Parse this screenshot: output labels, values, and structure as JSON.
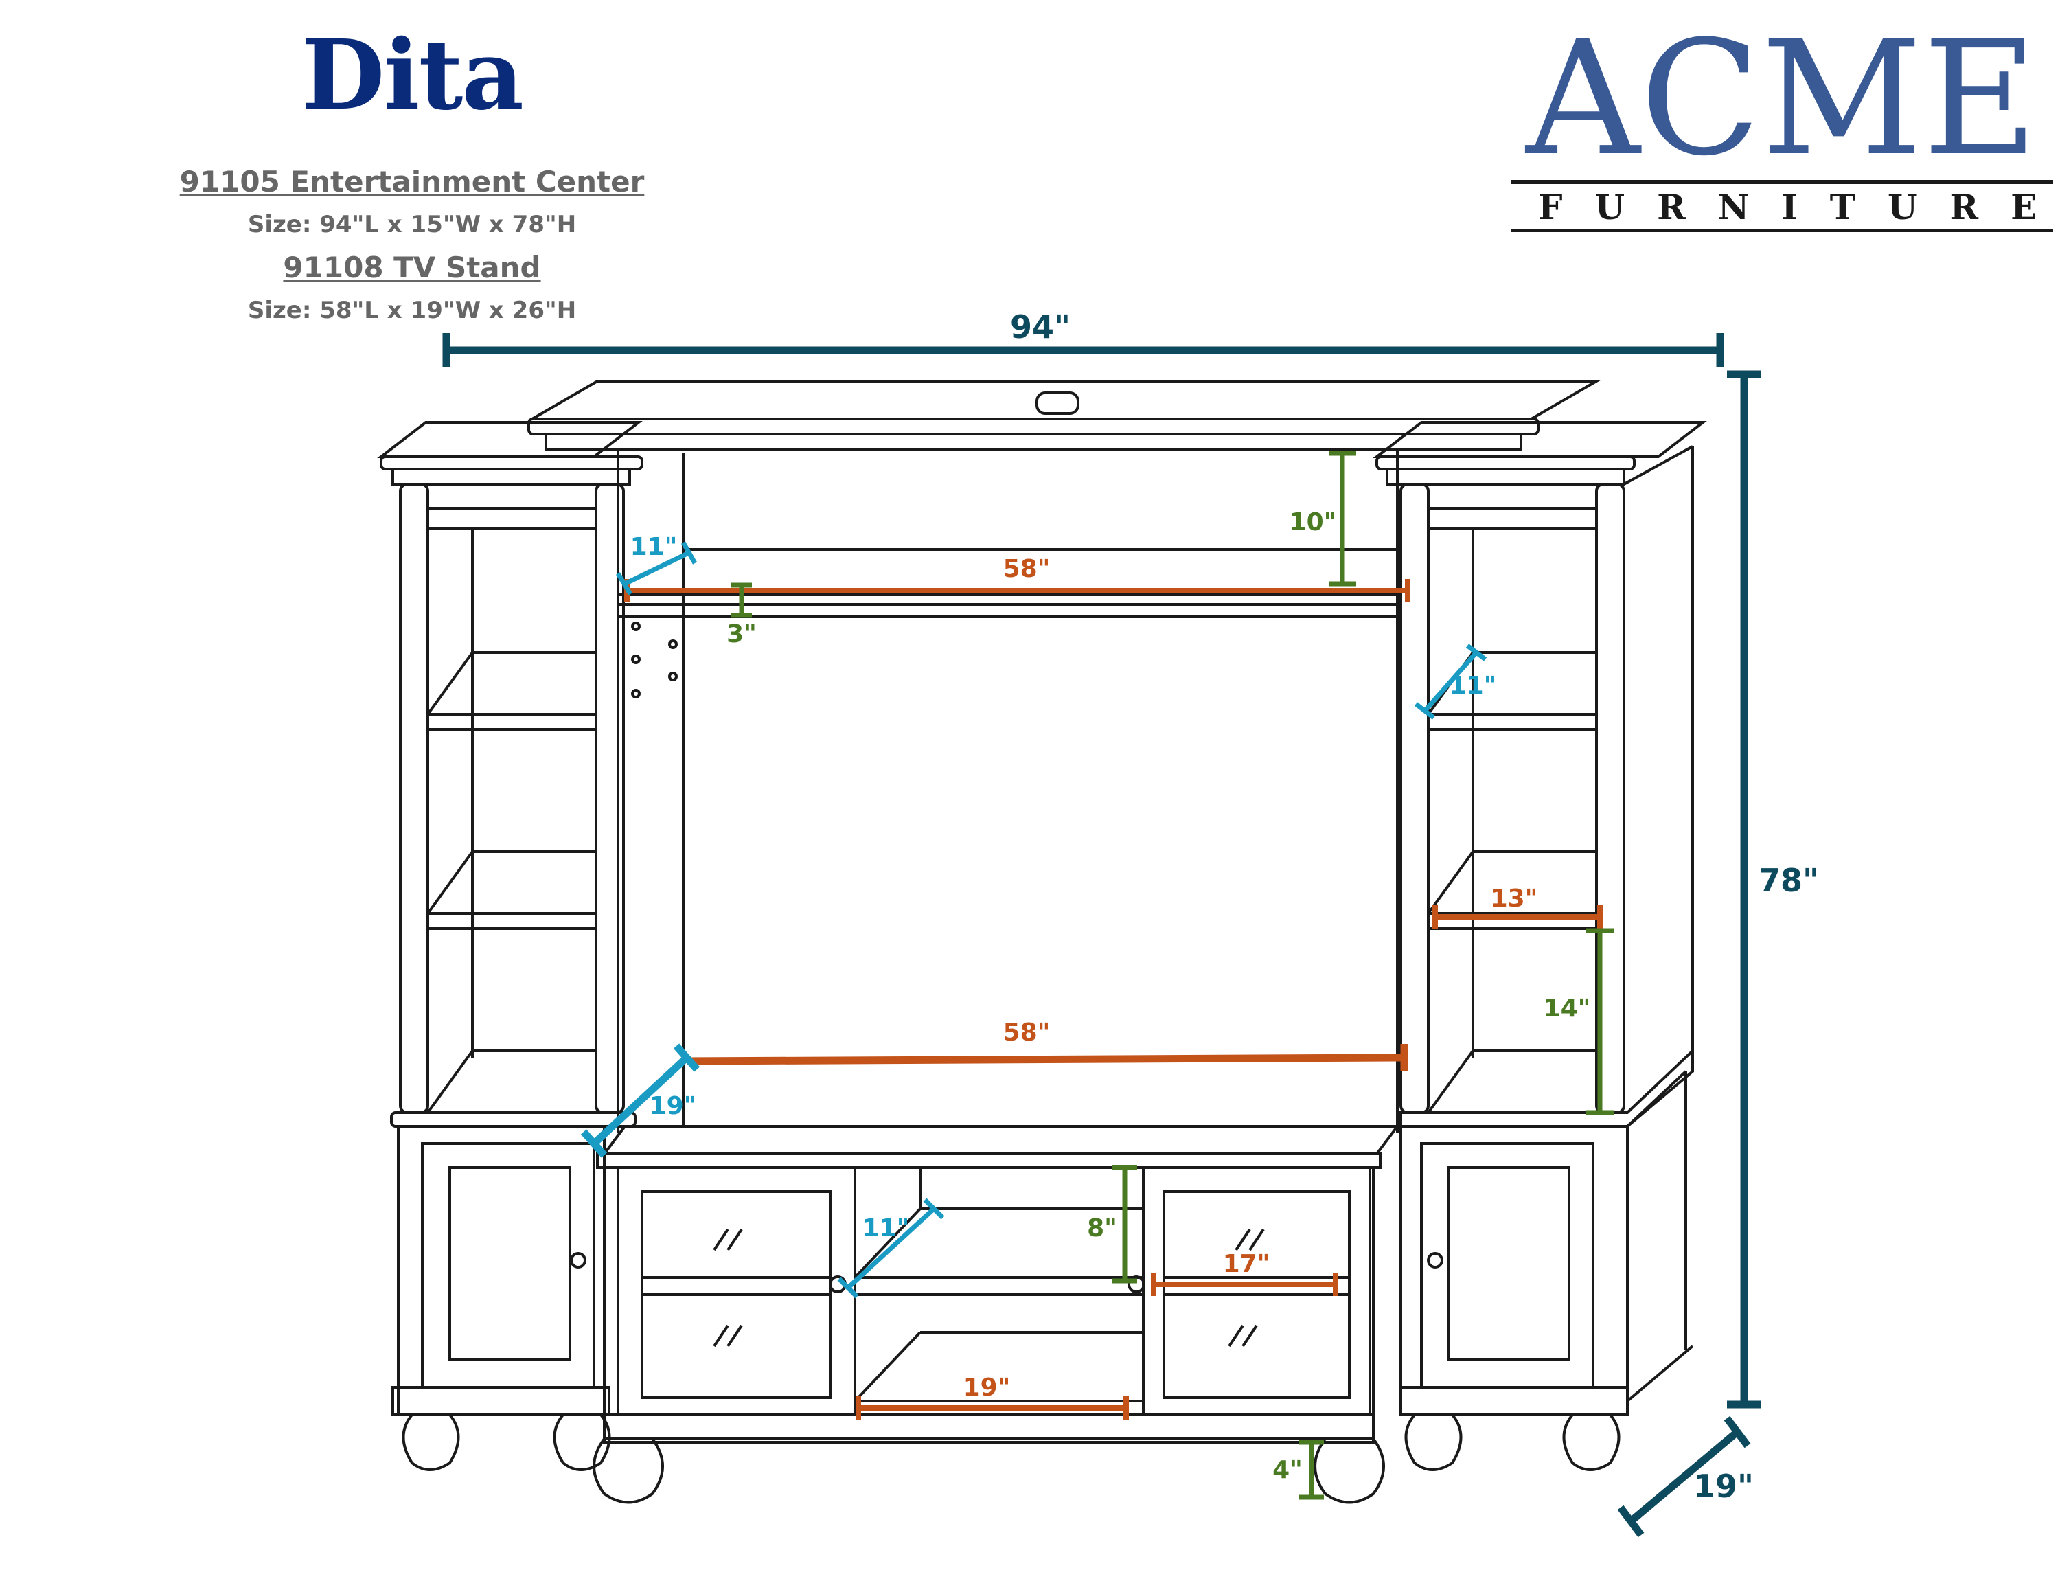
{
  "header": {
    "brand": "Dita",
    "product1_title": "91105 Entertainment Center",
    "product1_size": "Size: 94\"L x 15\"W x 78\"H",
    "product2_title": "91108 TV Stand",
    "product2_size": "Size: 58\"L x 19\"W x 26\"H"
  },
  "logo": {
    "main": "ACME",
    "sub": "FURNITURE"
  },
  "colors": {
    "overall": "#0e4a5e",
    "orange": "#c4531a",
    "green": "#4a7a22",
    "blue": "#1a9bc4",
    "line": "#1a1a1a",
    "brand": "#0a2a7a",
    "logo": "#3a5a96"
  },
  "dimensions": {
    "overall_width": "94\"",
    "overall_height": "78\"",
    "overall_depth": "19\"",
    "top_opening_height": "10\"",
    "upper_depth_left": "11\"",
    "top_shelf_width": "58\"",
    "top_shelf_thickness": "3\"",
    "tower_depth": "11\"",
    "tower_shelf_width": "13\"",
    "tower_shelf_height": "14\"",
    "stand_top_width": "58\"",
    "stand_depth": "19\"",
    "open_shelf_depth": "11\"",
    "open_shelf_height": "8\"",
    "glass_door_width": "17\"",
    "bottom_opening_width": "19\"",
    "leg_height": "4\""
  }
}
